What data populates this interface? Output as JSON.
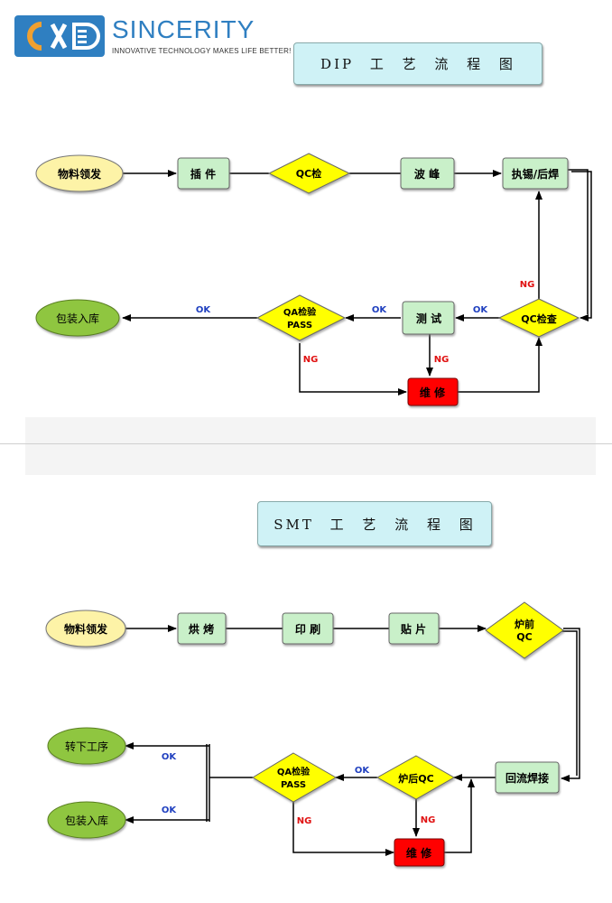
{
  "logo": {
    "brand": "SINCERITY",
    "tagline": "INNOVATIVE  TECHNOLOGY MAKES LIFE BETTER!",
    "colors": {
      "blue": "#2f7fc1",
      "orange": "#f0a030"
    }
  },
  "dip": {
    "title": "DIP 工 艺 流 程 图",
    "nodes": {
      "material": "物料领发",
      "insert": "插 件",
      "qc1": "QC检",
      "wave": "波 峰",
      "solder": "执锡/后焊",
      "qc2": "QC检查",
      "test": "测 试",
      "qa_line1": "QA检验",
      "qa_line2": "PASS",
      "repair": "维 修",
      "pack": "包装入库"
    },
    "labels": {
      "ok_pack": "OK",
      "ok_qa": "OK",
      "ok_test": "OK",
      "ng_solder": "NG",
      "ng_qa": "NG",
      "ng_test": "NG"
    }
  },
  "smt": {
    "title": "SMT 工 艺 流 程 图",
    "nodes": {
      "material": "物料领发",
      "bake": "烘 烤",
      "print": "印 刷",
      "mount": "贴 片",
      "preqc_line1": "炉前",
      "preqc_line2": "QC",
      "reflow": "回流焊接",
      "postqc": "炉后QC",
      "qa_line1": "QA检验",
      "qa_line2": "PASS",
      "repair": "维 修",
      "next": "转下工序",
      "pack": "包装入库"
    },
    "labels": {
      "ok_next": "OK",
      "ok_pack": "OK",
      "ok_qa": "OK",
      "ng_qa": "NG",
      "ng_post": "NG"
    }
  },
  "colors": {
    "ellipse_yellow": "#fdf3a7",
    "ellipse_green": "#8fc63f",
    "process_green": "#c9f0c9",
    "decision_yellow": "#ffff00",
    "repair_red": "#ff0000",
    "ok_blue": "#1f3fbf",
    "ng_red": "#e01010"
  }
}
